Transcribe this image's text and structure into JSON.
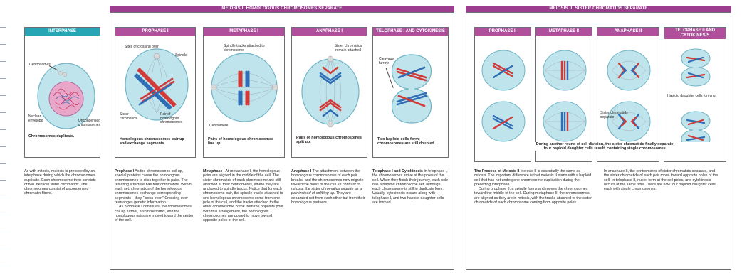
{
  "banners": {
    "meiosis1": "MEIOSIS I: HOMOLOGOUS CHROMOSOMES SEPARATE",
    "meiosis2": "MEIOSIS II: SISTER CHROMATIDS SEPARATE"
  },
  "panels": {
    "interphase": {
      "title": "INTERPHASE",
      "labels": {
        "centrosomes": "Centrosomes",
        "nuclear_envelope": "Nuclear envelope",
        "uncondensed": "Uncondensed chromosomes"
      },
      "caption": "Chromosomes duplicate."
    },
    "prophase1": {
      "title": "PROPHASE I",
      "labels": {
        "crossing_over": "Sites of crossing over",
        "spindle": "Spindle",
        "sister_chromatids": "Sister chromatids",
        "pair": "Pair of homologous chromosomes"
      },
      "caption": "Homologous chromosomes pair up and exchange segments."
    },
    "metaphase1": {
      "title": "METAPHASE I",
      "labels": {
        "spindle_tracks": "Spindle tracks attached to chromosome",
        "centromere": "Centromere"
      },
      "caption": "Pairs of homologous chromosomes line up."
    },
    "anaphase1": {
      "title": "ANAPHASE I",
      "labels": {
        "sister_attached": "Sister chromatids remain attached"
      },
      "caption": "Pairs of homologous chromosomes split up."
    },
    "telophase1": {
      "title": "TELOPHASE I AND CYTOKINESIS",
      "labels": {
        "cleavage": "Cleavage furrow"
      },
      "caption": "Two haploid cells form; chromosomes are still doubled."
    },
    "prophase2": {
      "title": "PROPHASE II"
    },
    "metaphase2": {
      "title": "METAPHASE II"
    },
    "anaphase2": {
      "title": "ANAPHASE II",
      "labels": {
        "sister_separate": "Sister chromatids separate"
      }
    },
    "telophase2": {
      "title": "TELOPHASE II AND CYTOKINESIS",
      "labels": {
        "haploid": "Haploid daughter cells forming"
      }
    }
  },
  "meiosis2_caption": {
    "line1": "During another round of cell division, the sister chromatids finally separate;",
    "line2": "four haploid daughter cells result, containing single chromosomes."
  },
  "text": {
    "interphase": "As with mitosis, meiosis is preceded by an interphase during which the chromosomes duplicate. Each chromosome then consists of two identical sister chromatids. The chromosomes consist of uncondensed chromatin fibers.",
    "prophase1_head": "Prophase I",
    "prophase1_p1": "As the chromosomes coil up, special proteins cause the homologous chromosomes to stick together in pairs. The resulting structure has four chromatids. Within each set, chromatids of the homologous chromosomes exchange corresponding segments—they “cross over.” Crossing over rearranges genetic information.",
    "prophase1_p2": "As prophase I continues, the chromosomes coil up further, a spindle forms, and the homologous pairs are moved toward the center of the cell.",
    "metaphase1_head": "Metaphase I",
    "metaphase1": "At metaphase I, the homologous pairs are aligned in the middle of the cell. The sister chromatids of each chromosome are still attached at their centromeres, where they are anchored to spindle tracks. Notice that for each chromosome pair, the spindle tracks attached to one homologous chromosome come from one pole of the cell, and the tracks attached to the other chromosome come from the opposite pole. With this arrangement, the homologous chromosomes are poised to move toward opposite poles of the cell.",
    "anaphase1_head": "Anaphase I",
    "anaphase1": "The attachment between the homologous chromosomes of each pair breaks, and the chromosomes now migrate toward the poles of the cell.",
    "anaphase1_italic": "In contrast to mitosis, the sister chromatids migrate as a pair instead of splitting up.",
    "anaphase1_tail": "They are separated not from each other but from their homologous partners.",
    "telophase1_head": "Telophase I and Cytokinesis",
    "telophase1": "In telophase I, the chromosomes arrive at the poles of the cell. When they finish their journey, each pole has a haploid chromosome set, although each chromosome is still in duplicate form. Usually, cytokinesis occurs along with telophase I, and two haploid daughter cells are formed.",
    "meiosis2_head": "The Process of Meiosis II",
    "meiosis2_p1": "Meiosis II is essentially the same as mitosis. The important difference is that meiosis II starts with a haploid cell that has not undergone chromosome duplication during the preceding interphase.",
    "meiosis2_p2": "During prophase II, a spindle forms and moves the chromosomes toward the middle of the cell. During metaphase II, the chromosomes are aligned as they are in mitosis, with the tracks attached to the sister chromatids of each chromosome coming from opposite poles.",
    "meiosis2_p3": "In anaphase II, the centromeres of sister chromatids separate, and the sister chromatids of each pair move toward opposite poles of the cell. In telophase II, nuclei form at the cell poles, and cytokinesis occurs at the same time. There are now four haploid daughter cells, each with single chromosomes."
  }
}
